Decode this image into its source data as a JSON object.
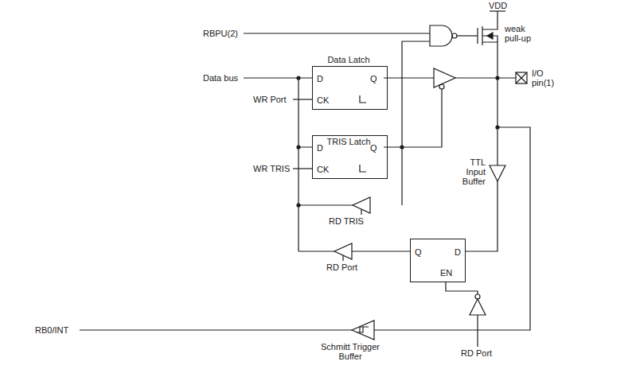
{
  "diagram": {
    "nodes": [
      {
        "text": [
          "Data Latch",
          "D",
          "Q",
          "CK"
        ]
      },
      {
        "text": [
          "TRIS Latch",
          "D",
          "Q",
          "CK"
        ]
      },
      {
        "text": [
          "Q",
          "D",
          "EN"
        ]
      }
    ],
    "edges": [
      {
        "from": 0,
        "to": 1,
        "arrow": "none"
      }
    ],
    "labels": [
      "RBPU(2)",
      "VDD",
      "weak pull-up",
      "Data bus",
      "WR Port",
      "WR TRIS",
      "I/O pin(1)",
      "TTL Input Buffer",
      "RD TRIS",
      "RD Port",
      "RB0/INT",
      "Schmitt Trigger Buffer",
      "RD Port"
    ]
  }
}
